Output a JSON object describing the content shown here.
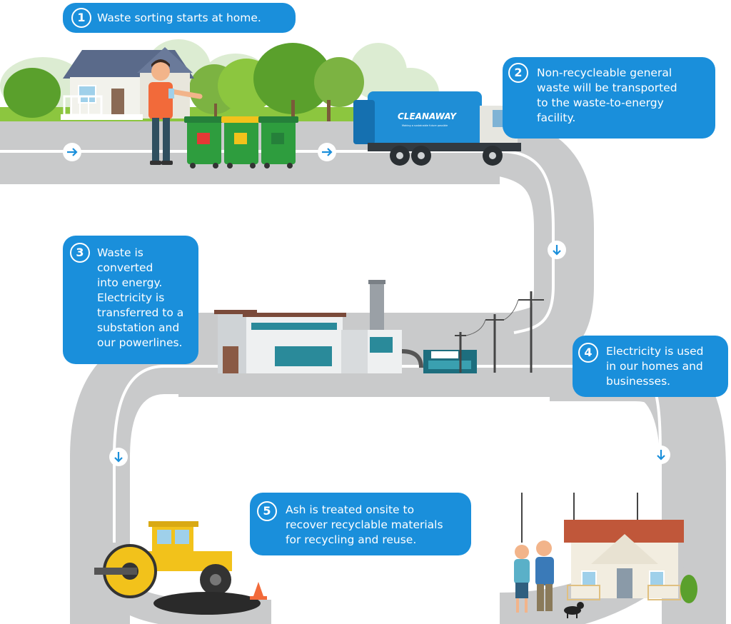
{
  "steps": [
    {
      "num": "1",
      "lines": [
        "Waste sorting starts at home."
      ]
    },
    {
      "num": "2",
      "lines": [
        "Non-recycleable general",
        "waste will be transported",
        "to the waste-to-energy",
        "facility."
      ]
    },
    {
      "num": "3",
      "lines": [
        "Waste is",
        "converted",
        "into energy.",
        "Electricity is",
        "transferred to a",
        "substation and",
        "our powerlines."
      ]
    },
    {
      "num": "4",
      "lines": [
        "Electricity is used",
        "in our homes and",
        "businesses."
      ]
    },
    {
      "num": "5",
      "lines": [
        "Ash is treated onsite to",
        "recover recyclable materials",
        "for recycling and reuse."
      ]
    }
  ],
  "truck": {
    "brand": "CLEANAWAY",
    "tagline": "Making a sustainable future possible"
  },
  "colors": {
    "callout": "#1a8fdb",
    "road": "#c9cacb",
    "lane": "#ffffff",
    "arrow_badge": "#ffffff",
    "arrow": "#1a8fdb",
    "bin_green": "#2e9d3e",
    "truck_blue": "#1f8ed6",
    "roller_yellow": "#f2c21b"
  }
}
